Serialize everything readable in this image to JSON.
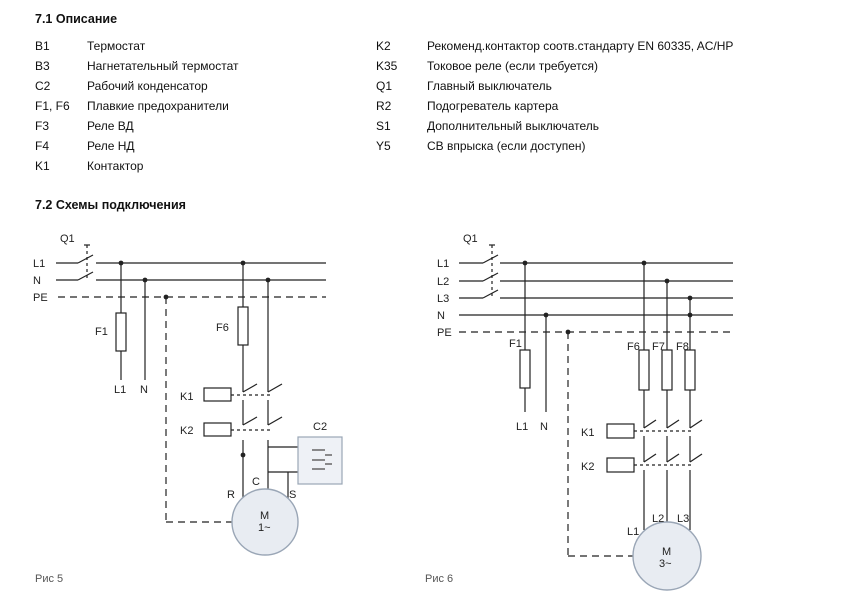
{
  "section_description": {
    "title": "7.1 Описание"
  },
  "legend_left": [
    {
      "code": "B1",
      "text": "Термостат"
    },
    {
      "code": "B3",
      "text": "Нагнетательный термостат"
    },
    {
      "code": "C2",
      "text": "Рабочий конденсатор"
    },
    {
      "code": "F1, F6",
      "text": "Плавкие предохранители"
    },
    {
      "code": "F3",
      "text": "Реле ВД"
    },
    {
      "code": "F4",
      "text": "Реле НД"
    },
    {
      "code": "K1",
      "text": "Контактор"
    }
  ],
  "legend_right": [
    {
      "code": "K2",
      "text": "Рекоменд.контактор соотв.стандарту EN 60335, AC/HP"
    },
    {
      "code": "K35",
      "text": "Токовое реле (если требуется)"
    },
    {
      "code": "Q1",
      "text": "Главный выключатель"
    },
    {
      "code": "R2",
      "text": "Подогреватель картера"
    },
    {
      "code": "S1",
      "text": "Дополнительный выключатель"
    },
    {
      "code": "Y5",
      "text": "СВ впрыска (если доступен)"
    }
  ],
  "section_wiring": {
    "title": "7.2 Схемы подключения"
  },
  "fig5": {
    "caption": "Рис 5",
    "labels": {
      "q1": "Q1",
      "l1": "L1",
      "n": "N",
      "pe": "PE",
      "f1": "F1",
      "f6": "F6",
      "l1_out": "L1",
      "n_out": "N",
      "k1": "K1",
      "k2": "K2",
      "c2": "C2",
      "r": "R",
      "c": "C",
      "s": "S",
      "motor": "M",
      "motor_sub": "1~"
    }
  },
  "fig6": {
    "caption": "Рис 6",
    "labels": {
      "q1": "Q1",
      "l1": "L1",
      "l2": "L2",
      "l3": "L3",
      "n": "N",
      "pe": "PE",
      "f1": "F1",
      "f6": "F6",
      "f7": "F7",
      "f8": "F8",
      "l1_out": "L1",
      "n_out": "N",
      "k1": "K1",
      "k2": "K2",
      "t1": "L1",
      "t2": "L2",
      "t3": "L3",
      "motor": "M",
      "motor_sub": "3~"
    }
  },
  "colors": {
    "line": "#222222",
    "motor_fill": "#e8ecf2",
    "motor_stroke": "#9aa6b6",
    "box_fill": "#eef1f6"
  }
}
